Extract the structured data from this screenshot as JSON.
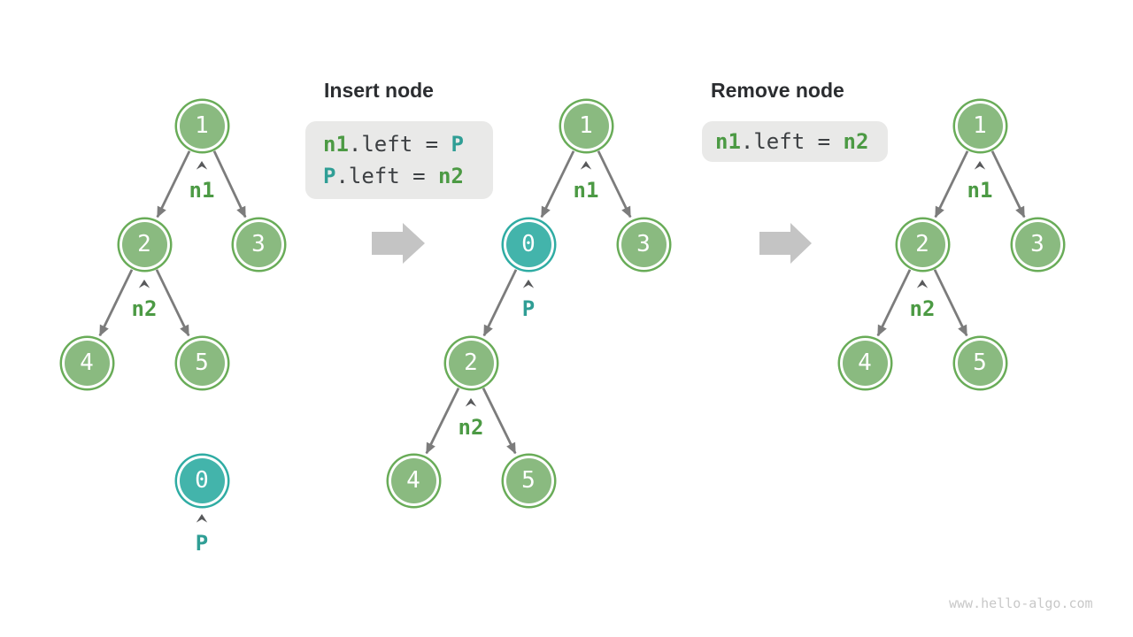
{
  "page": {
    "watermark": "www.hello-algo.com",
    "background": "#ffffff"
  },
  "colors": {
    "node_green_fill": "#8ABA80",
    "node_green_border": "#69AC58",
    "node_teal_fill": "#43B4AB",
    "node_teal_border": "#2FACA3",
    "node_text": "#ffffff",
    "label_green": "#4C9A44",
    "label_teal": "#2F9E95",
    "code_text": "#3D4043",
    "code_background": "#E9E9E8",
    "edge_gray": "#7C7C7C",
    "caret_gray": "#58595B",
    "block_arrow_gray": "#C4C4C4",
    "title_text": "#2B2D30",
    "watermark_gray": "#C8C8C8"
  },
  "panels": {
    "insert": {
      "title": "Insert node",
      "code_lines": [
        {
          "tokens": [
            {
              "text": "n1"
            },
            {
              "text": ".left = "
            },
            {
              "text": "P"
            }
          ]
        },
        {
          "tokens": [
            {
              "text": "P"
            },
            {
              "text": ".left = "
            },
            {
              "text": "n2"
            }
          ]
        }
      ]
    },
    "remove": {
      "title": "Remove node",
      "code_lines": [
        {
          "tokens": [
            {
              "text": "n1"
            },
            {
              "text": ".left = "
            },
            {
              "text": "n2"
            }
          ]
        }
      ]
    }
  },
  "trees": {
    "left": {
      "nodes": [
        {
          "value": "1"
        },
        {
          "value": "2"
        },
        {
          "value": "3"
        },
        {
          "value": "4"
        },
        {
          "value": "5"
        },
        {
          "value": "0"
        }
      ],
      "labels": [
        {
          "text": "n1"
        },
        {
          "text": "n2"
        },
        {
          "text": "P"
        }
      ]
    },
    "middle": {
      "nodes": [
        {
          "value": "1"
        },
        {
          "value": "0"
        },
        {
          "value": "3"
        },
        {
          "value": "2"
        },
        {
          "value": "4"
        },
        {
          "value": "5"
        }
      ],
      "labels": [
        {
          "text": "n1"
        },
        {
          "text": "P"
        },
        {
          "text": "n2"
        }
      ]
    },
    "right": {
      "nodes": [
        {
          "value": "1"
        },
        {
          "value": "2"
        },
        {
          "value": "3"
        },
        {
          "value": "4"
        },
        {
          "value": "5"
        }
      ],
      "labels": [
        {
          "text": "n1"
        },
        {
          "text": "n2"
        }
      ]
    }
  }
}
